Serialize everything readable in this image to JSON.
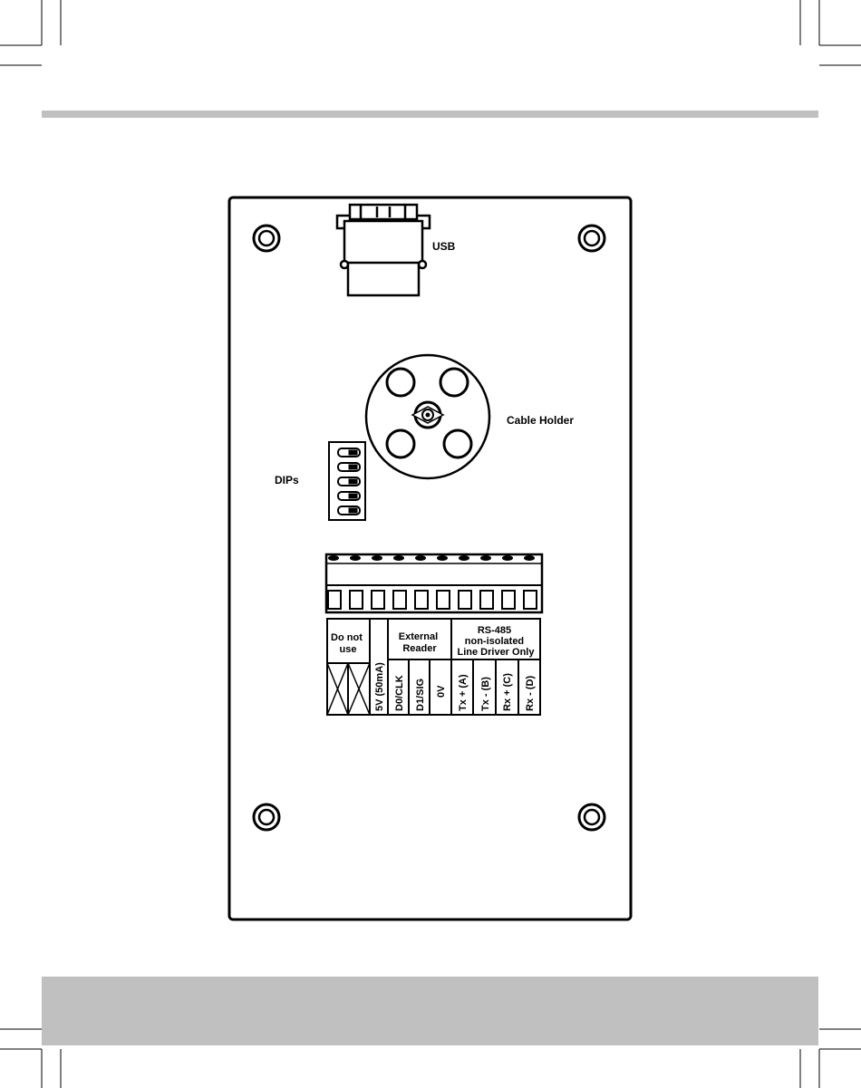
{
  "labels": {
    "usb": "USB",
    "cable_holder": "Cable Holder",
    "dips": "DIPs"
  },
  "terminal_table": {
    "group_headers": {
      "do_not_use": [
        "Do not",
        "use"
      ],
      "external_reader": [
        "External",
        "Reader"
      ],
      "rs485": [
        "RS-485",
        "non-isolated",
        "Line Driver Only"
      ]
    },
    "pins": [
      "5V (50mA)",
      "D0/CLK",
      "D1/SIG",
      "0V",
      "Tx + (A)",
      "Tx - (B)",
      "Rx + (C)",
      "Rx - (D)"
    ]
  },
  "colors": {
    "band": "#c0c0c0",
    "line": "#000000",
    "background": "#ffffff"
  }
}
